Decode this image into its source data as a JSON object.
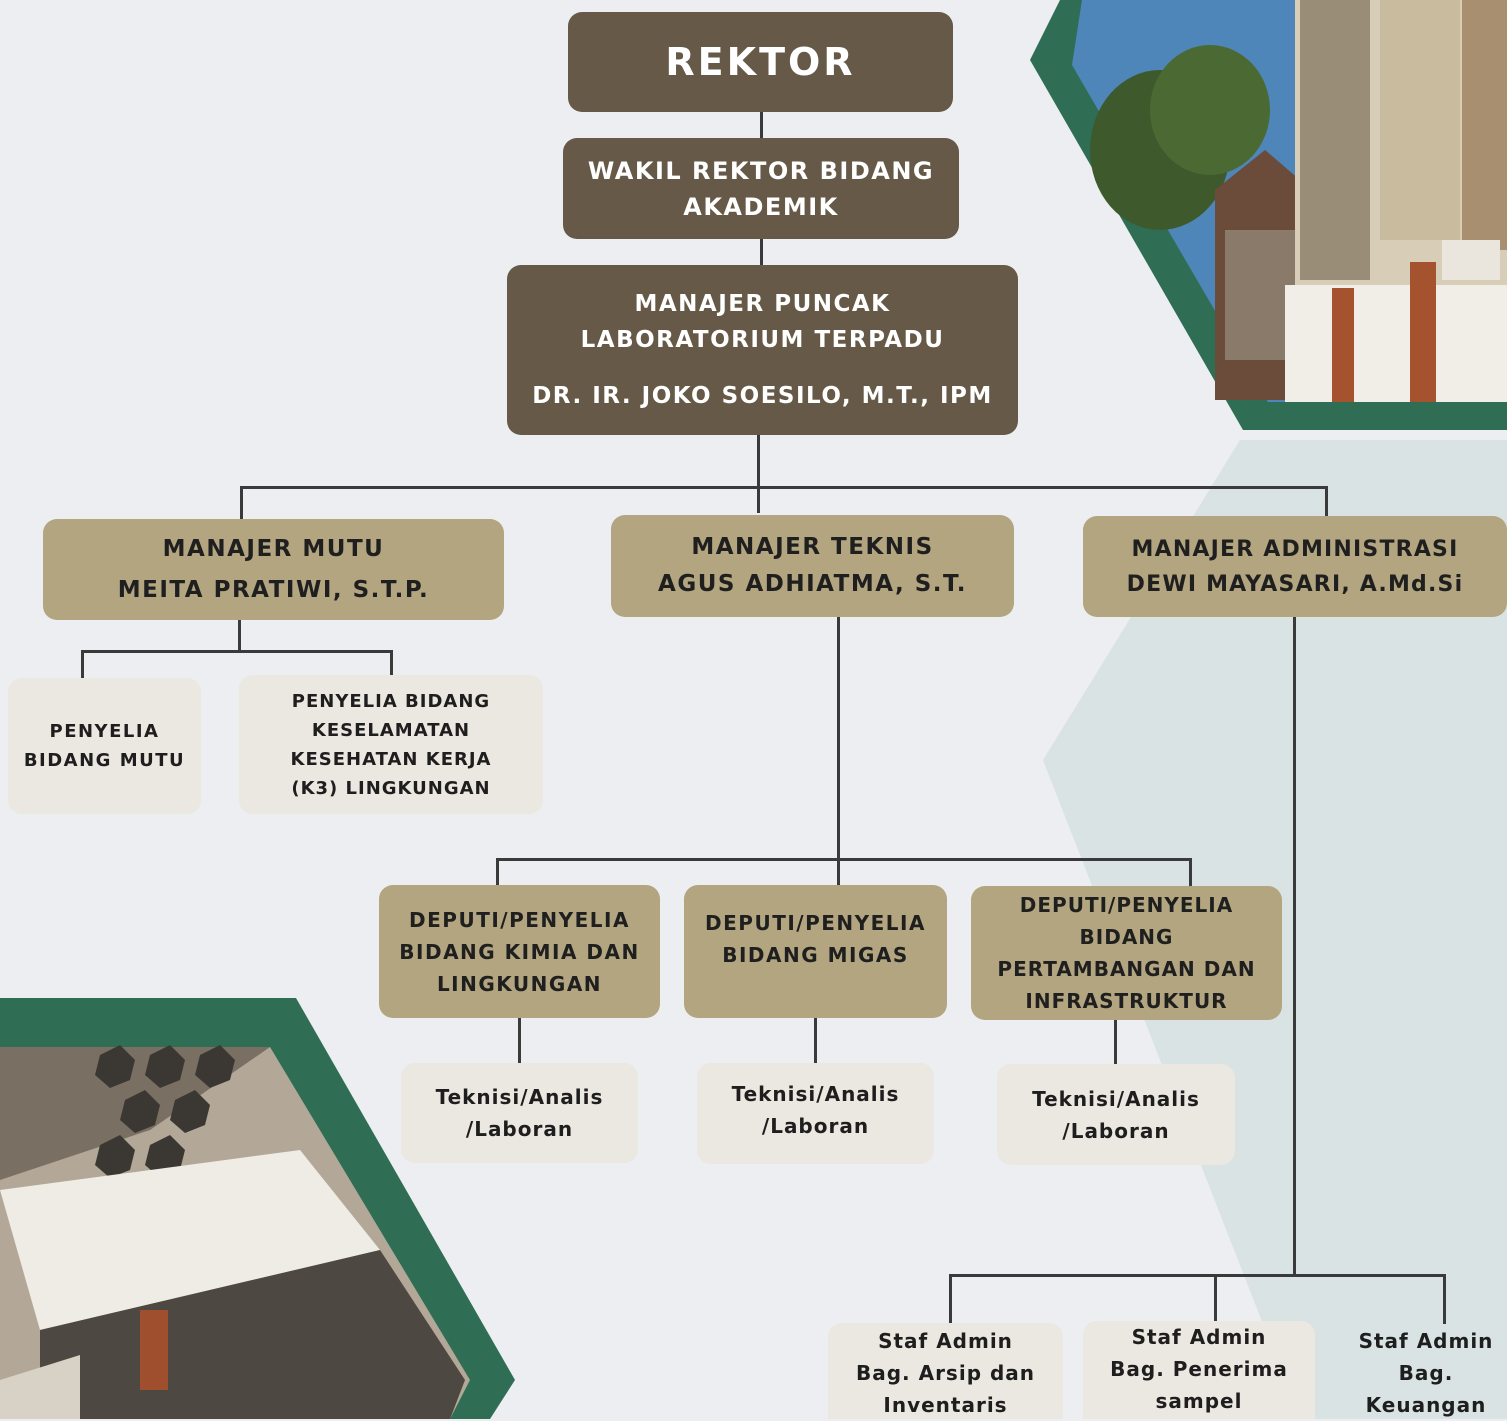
{
  "colors": {
    "background": "#eceef1",
    "dark_box": "#665947",
    "mid_box": "#b2a57f",
    "light_box": "#ebe7e1",
    "accent_green": "#2f6e55",
    "connector": "#3a3a3a"
  },
  "chart": {
    "rektor": "REKTOR",
    "wakil_rektor": "WAKIL REKTOR BIDANG\nAKADEMIK",
    "manajer_puncak": {
      "title": "MANAJER PUNCAK\nLABORATORIUM TERPADU",
      "name": "DR. IR. JOKO SOESILO, M.T., IPM"
    },
    "manajer_mutu": {
      "title": "MANAJER MUTU",
      "name": "MEITA PRATIWI, S.T.P."
    },
    "manajer_teknis": {
      "title": "MANAJER TEKNIS",
      "name": "AGUS ADHIATMA, S.T."
    },
    "manajer_administrasi": {
      "title": "MANAJER ADMINISTRASI",
      "name": "DEWI MAYASARI, A.Md.Si"
    },
    "penyelia_mutu": "PENYELIA\nBIDANG MUTU",
    "penyelia_k3": "PENYELIA BIDANG\nKESELAMATAN\nKESEHATAN KERJA\n(K3) LINGKUNGAN",
    "deputi_kimia": "DEPUTI/PENYELIA\nBIDANG KIMIA DAN\nLINGKUNGAN",
    "deputi_migas": "DEPUTI/PENYELIA\nBIDANG MIGAS",
    "deputi_tambang": "DEPUTI/PENYELIA\nBIDANG\nPERTAMBANGAN DAN\nINFRASTRUKTUR",
    "teknisi_1": "Teknisi/Analis\n/Laboran",
    "teknisi_2": "Teknisi/Analis\n/Laboran",
    "teknisi_3": "Teknisi/Analis\n/Laboran",
    "staf_arsip": "Staf Admin\nBag. Arsip dan\nInventaris",
    "staf_penerima": "Staf Admin\nBag. Penerima\nsampel",
    "staf_keuangan": "Staf Admin\nBag.\nKeuangan"
  },
  "photos": {
    "top_right": "building-photo",
    "bottom_left": "building-photo"
  }
}
